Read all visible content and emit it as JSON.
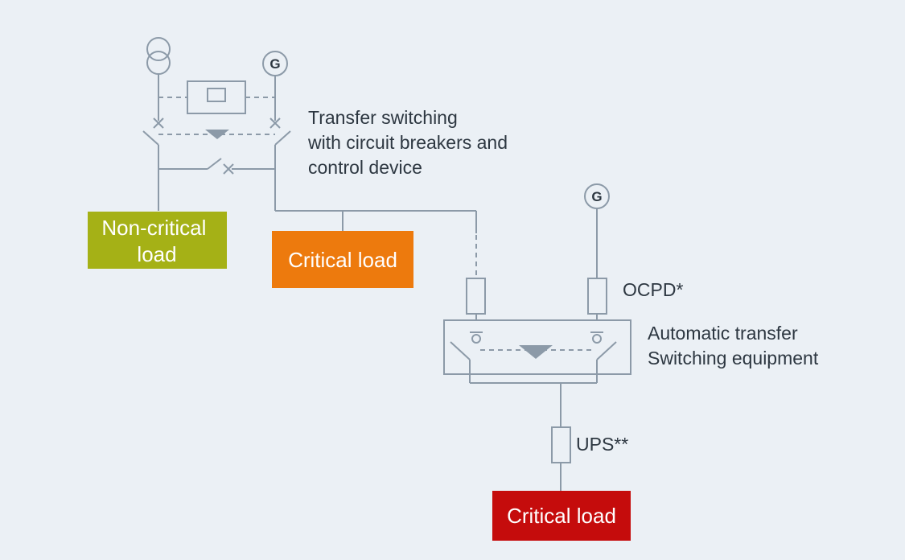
{
  "generator_symbol": "G",
  "labels": {
    "transfer_switching": [
      "Transfer switching",
      "with circuit breakers and",
      "control device"
    ],
    "ocpd": "OCPD*",
    "ats": [
      "Automatic transfer",
      "Switching equipment"
    ],
    "ups": "UPS**"
  },
  "loads": {
    "non_critical": [
      "Non-critical",
      "load"
    ],
    "critical_1": "Critical load",
    "critical_2": "Critical load"
  },
  "colors": {
    "line": "#8c9aa8",
    "background": "#ebf0f5",
    "non_critical": "#a5b116",
    "critical_1": "#ed7a0d",
    "critical_2": "#c50c0c"
  },
  "icons": [
    "transformer-icon",
    "generator-icon",
    "breaker-x-icon",
    "switch-icon",
    "fuse-icon",
    "triangle-icon"
  ]
}
